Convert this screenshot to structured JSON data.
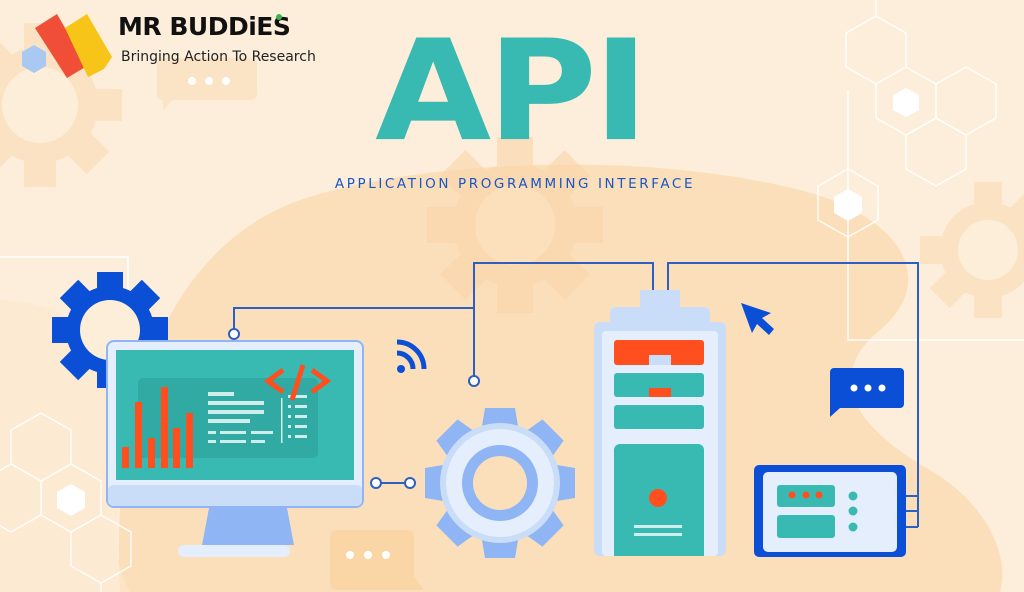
{
  "brand": {
    "name": "MR BUDDiES",
    "tagline": "Bringing Action To Research",
    "logo_colors": [
      "#f04e37",
      "#f7c518",
      "#a9c9f2"
    ],
    "dot_color": "#39b54a"
  },
  "hero": {
    "title": "API",
    "subtitle": "APPLICATION PROGRAMMING INTERFACE"
  },
  "colors": {
    "background": "#fdebd3",
    "background_blob": "#fbdfb8",
    "teal": "#38bab2",
    "blue": "#0a4fd6",
    "light_blue": "#8fb5f5",
    "pale_blue": "#e4eefc",
    "orange_red": "#ff4f1f",
    "line_blue": "#2d5fc2"
  },
  "illustration": {
    "elements": [
      {
        "name": "computer-monitor",
        "icons": [
          "bar-chart-icon",
          "code-tag-icon"
        ]
      },
      {
        "name": "settings-gear"
      },
      {
        "name": "server-tower"
      },
      {
        "name": "control-panel-device"
      },
      {
        "name": "wifi-signal"
      },
      {
        "name": "mouse-cursor"
      },
      {
        "name": "chat-bubble"
      }
    ],
    "code_glyph": "</>"
  }
}
